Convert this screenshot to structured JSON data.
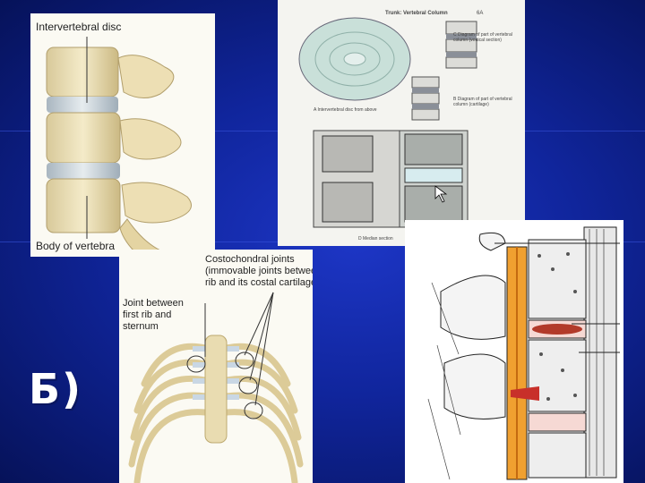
{
  "spine_panel": {
    "label_top": "Intervertebral disc",
    "label_bottom": "Body of vertebra"
  },
  "rib_panel": {
    "label_costo": "Costochondral joints\n(immovable joints between the\nrib and its costal cartilage)",
    "label_joint": "Joint between\nfirst rib and\nsternum"
  },
  "scan_panel": {
    "title": "Trunk: Vertebral Column",
    "page_no": "6A",
    "caption_b": "B Diagram of part of vertebral column (cartilage)",
    "caption_a": "A Intervertebral disc from above",
    "caption_c": "C Diagram of part of vertebral column (vertical section)",
    "caption_median": "D Median section"
  },
  "slide_label": "Б)"
}
